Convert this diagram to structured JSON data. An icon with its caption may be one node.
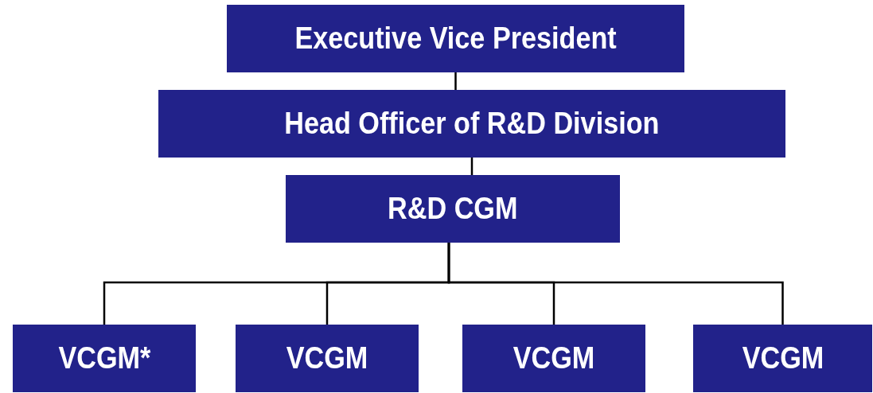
{
  "diagram": {
    "nodes": [
      {
        "text": [
          "Executive Vice President"
        ]
      },
      {
        "text": [
          "Head Officer of R&D Division"
        ]
      },
      {
        "text": [
          "R&D CGM"
        ]
      },
      {
        "text": [
          "VCGM*"
        ]
      },
      {
        "text": [
          "VCGM"
        ]
      },
      {
        "text": [
          "VCGM"
        ]
      },
      {
        "text": [
          "VCGM"
        ]
      }
    ],
    "edges": [
      {
        "from": 0,
        "to": 1,
        "arrow": "none"
      },
      {
        "from": 1,
        "to": 2,
        "arrow": "none"
      },
      {
        "from": 2,
        "to": 3,
        "arrow": "none"
      },
      {
        "from": 2,
        "to": 4,
        "arrow": "none"
      },
      {
        "from": 2,
        "to": 5,
        "arrow": "none"
      },
      {
        "from": 2,
        "to": 6,
        "arrow": "none"
      }
    ]
  }
}
